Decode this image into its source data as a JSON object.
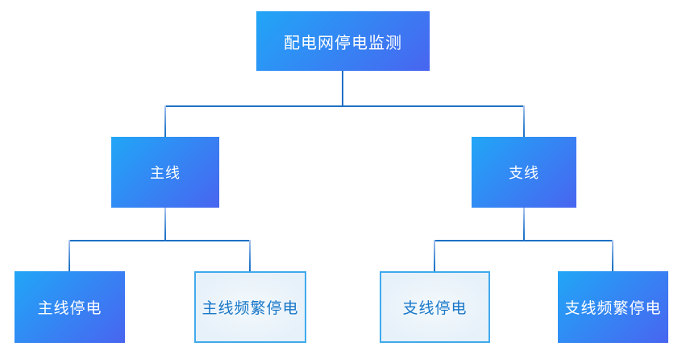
{
  "title": "配电网停电监测",
  "colors": {
    "node_gradient_from": "#21A6F7",
    "node_gradient_to": "#4865F0",
    "connector": "#1E70C4",
    "connector_fade": "#A9C3EE",
    "light_node_bg": "#E7F1F9",
    "light_node_border": "#3FAAEE",
    "light_node_text": "#1877C8",
    "solid_node_text": "#FFFFFF"
  },
  "nodes": {
    "root": {
      "label": "配电网停电监测",
      "style": "solid"
    },
    "main_line": {
      "label": "主线",
      "style": "solid"
    },
    "branch_line": {
      "label": "支线",
      "style": "solid"
    },
    "main_outage": {
      "label": "主线停电",
      "style": "solid"
    },
    "main_frequent_outage": {
      "label": "主线频繁停电",
      "style": "light"
    },
    "branch_outage": {
      "label": "支线停电",
      "style": "light"
    },
    "branch_frequent_outage": {
      "label": "支线频繁停电",
      "style": "solid"
    }
  }
}
